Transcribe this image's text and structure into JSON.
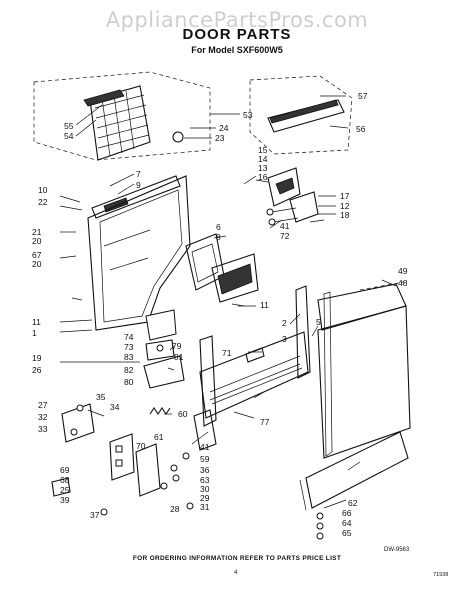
{
  "watermark": "AppliancePartsPros.com",
  "title": "DOOR PARTS",
  "subtitle": "For Model SXF600W5",
  "footer": "FOR ORDERING INFORMATION REFER TO PARTS PRICE LIST",
  "page_number": "4",
  "drawing_code": "DW-9563",
  "catalog_code": "71938",
  "part_labels": [
    "55",
    "54",
    "53",
    "24",
    "23",
    "57",
    "56",
    "7",
    "9",
    "15",
    "14",
    "13",
    "16",
    "10",
    "22",
    "17",
    "12",
    "18",
    "21",
    "20",
    "67",
    "20",
    "6",
    "8",
    "41",
    "72",
    "49",
    "48",
    "11",
    "11",
    "1",
    "2",
    "5",
    "3",
    "74",
    "73",
    "79",
    "83",
    "81",
    "82",
    "80",
    "71",
    "19",
    "26",
    "27",
    "35",
    "34",
    "32",
    "33",
    "60",
    "61",
    "70",
    "77",
    "41",
    "59",
    "36",
    "63",
    "30",
    "29",
    "31",
    "28",
    "69",
    "68",
    "25",
    "39",
    "37",
    "62",
    "66",
    "64",
    "65"
  ]
}
